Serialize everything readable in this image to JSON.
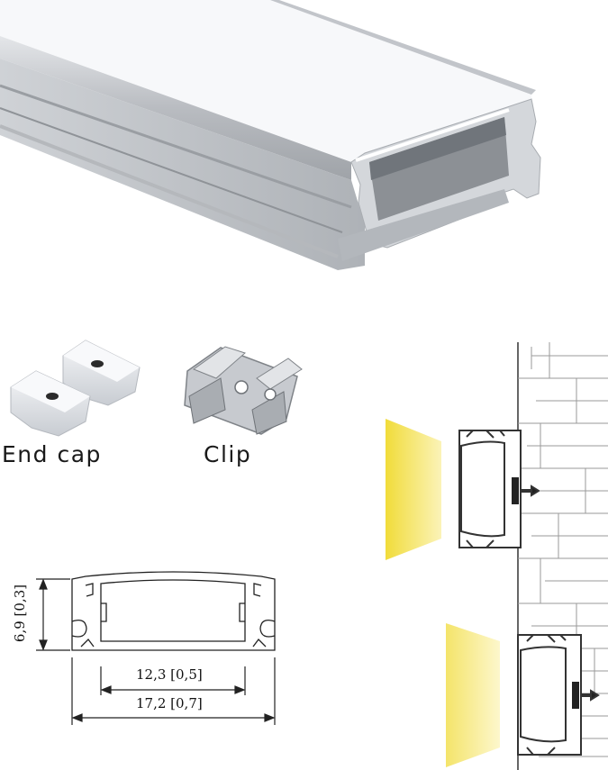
{
  "accessories": {
    "end_cap_label": "End cap",
    "clip_label": "Clip"
  },
  "dimensions": {
    "height_label": "6,9 [0,3]",
    "inner_width_label": "12,3 [0,5]",
    "outer_width_label": "17,2 [0,7]"
  },
  "colors": {
    "aluminium": "#c9ccd0",
    "diffuser": "#f4f5f7",
    "light_beam": "#f3e24a",
    "line": "#333333"
  }
}
